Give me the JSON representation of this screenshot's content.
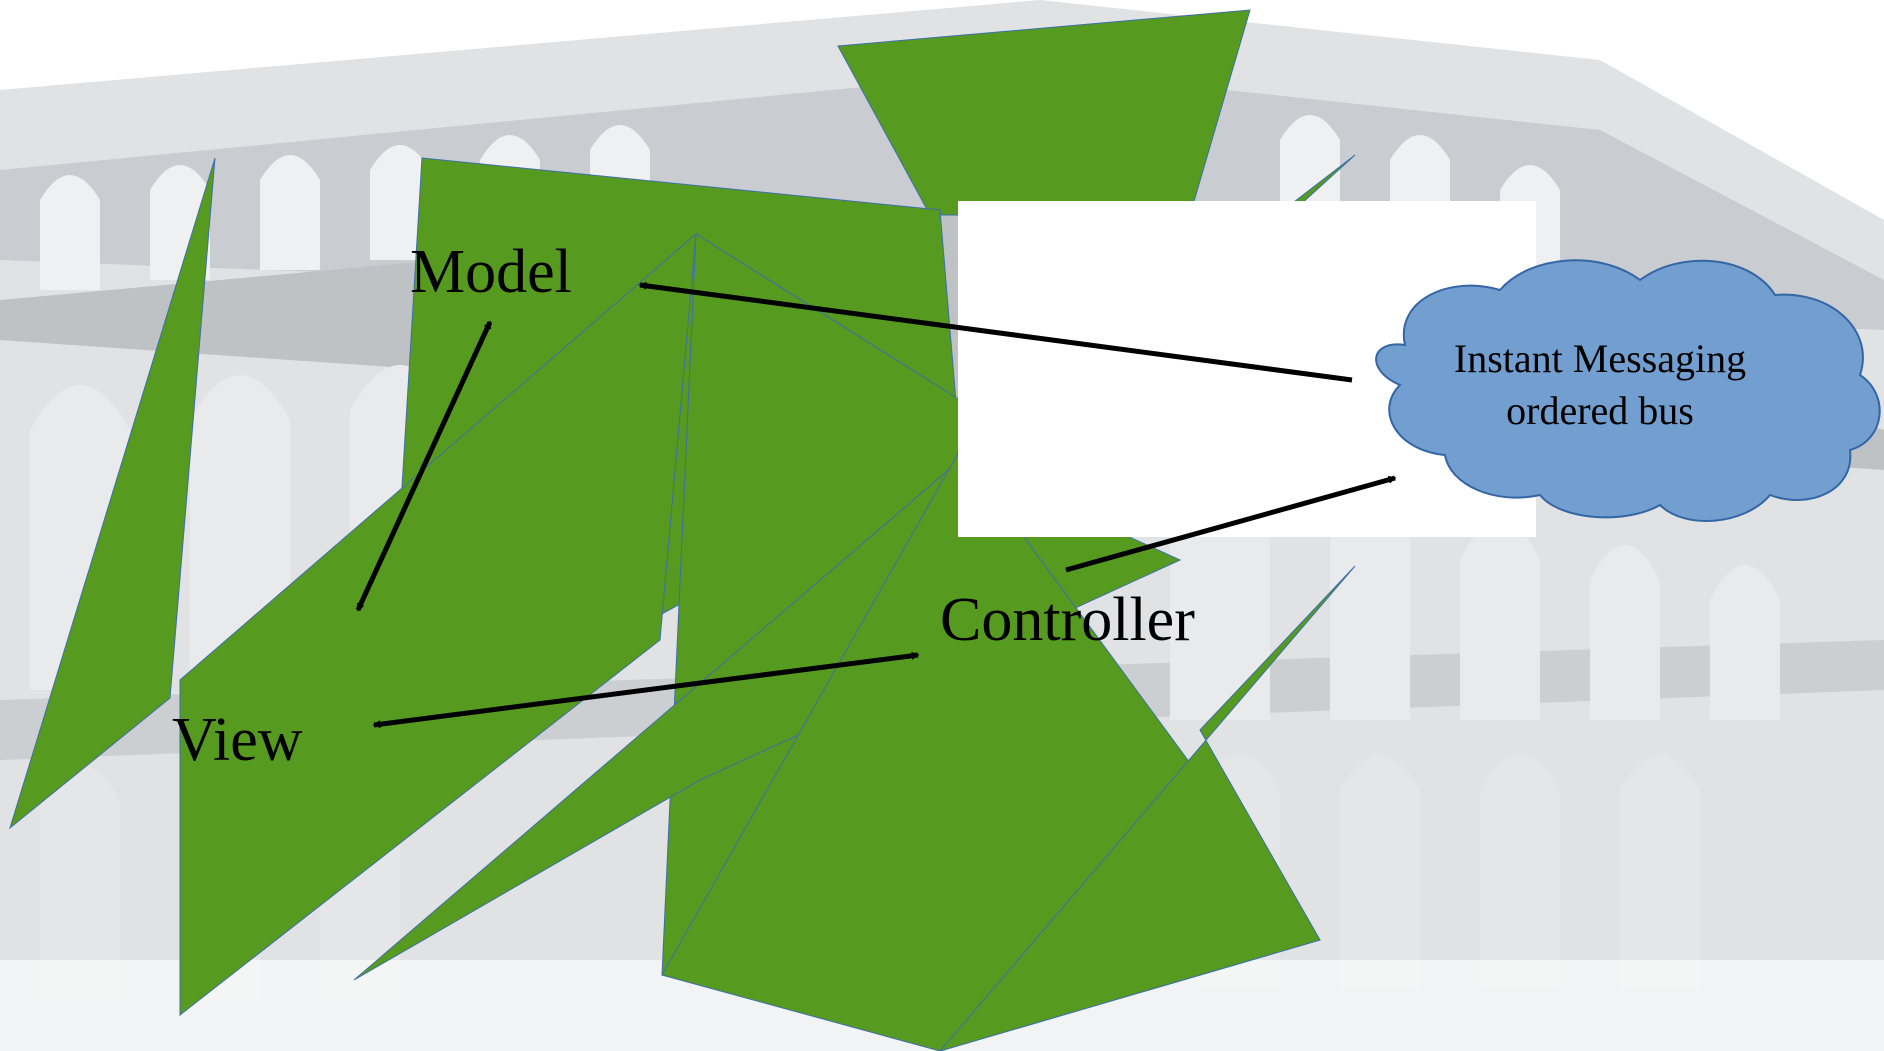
{
  "labels": {
    "model": "Model",
    "view": "View",
    "controller": "Controller",
    "bus_line1": "Instant Messaging",
    "bus_line2": "ordered bus"
  },
  "colors": {
    "shape_fill": "#569a1f",
    "shape_stroke": "#3d6fa8",
    "cloud_fill": "#729fcf",
    "cloud_stroke": "#3465a4",
    "arrow": "#000000",
    "text": "#000000",
    "background_building": "#b9bec3"
  },
  "background": {
    "icon": "building-facade-watermark"
  }
}
